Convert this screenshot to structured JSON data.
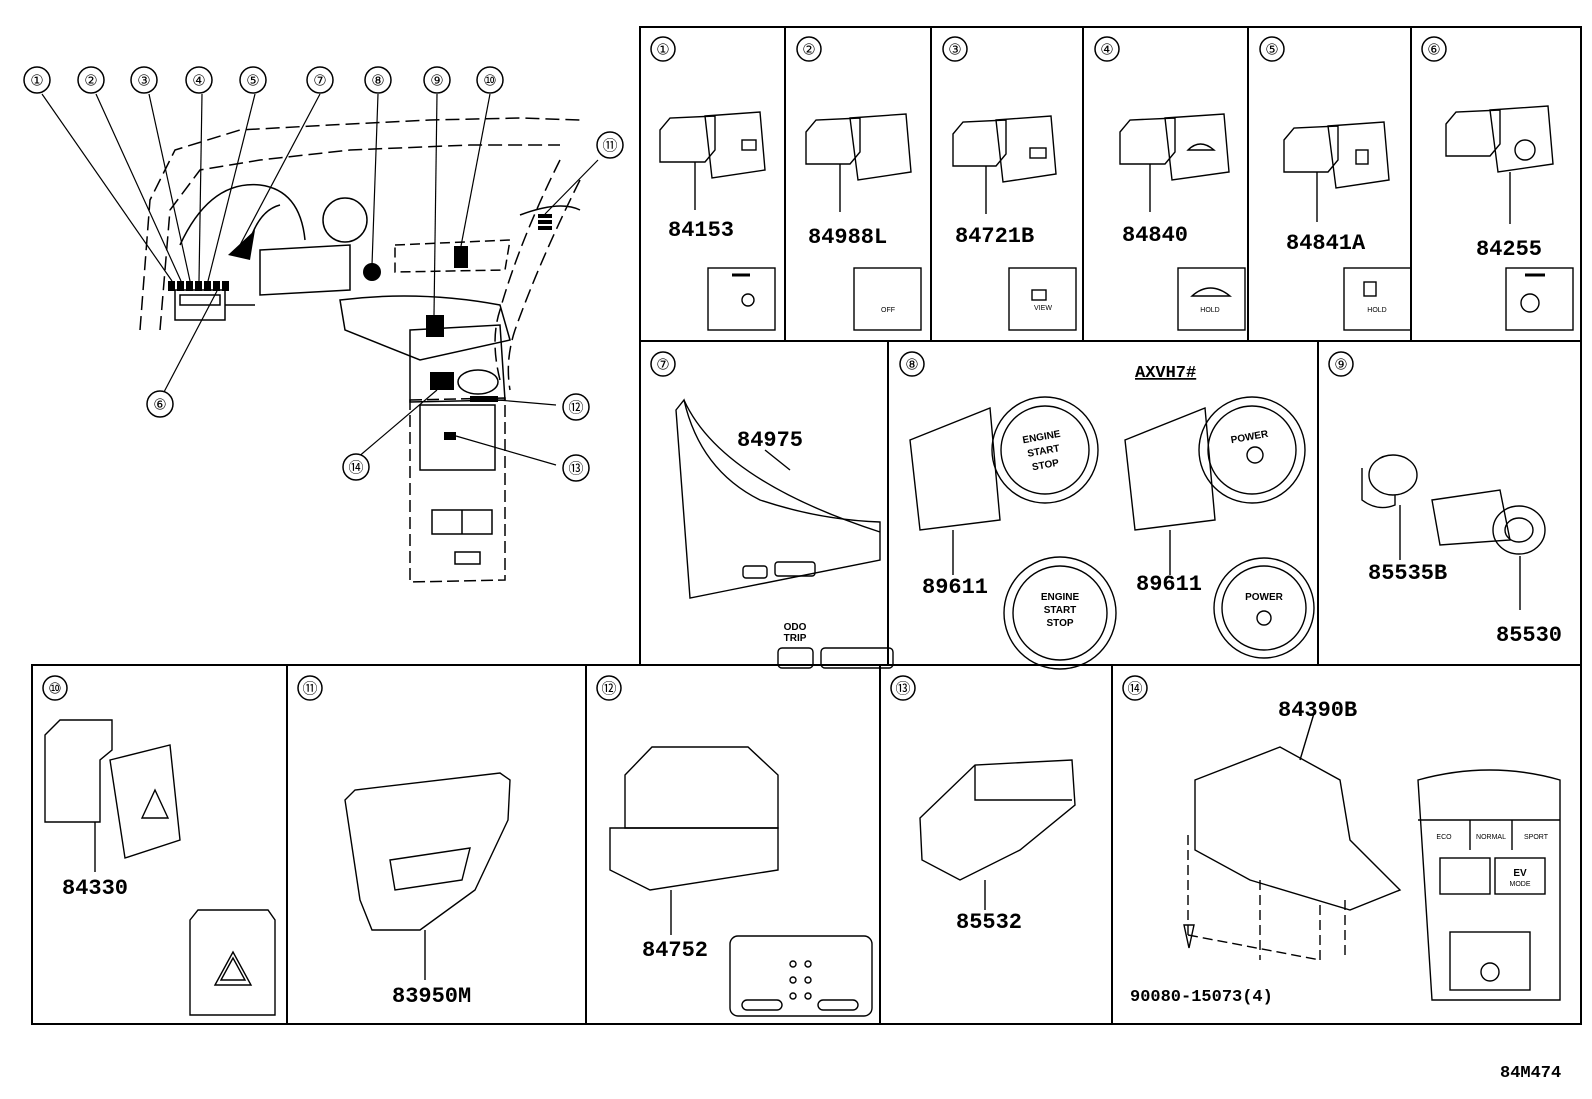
{
  "figure_code": "84M474",
  "location_callouts": [
    "①",
    "②",
    "③",
    "④",
    "⑤",
    "⑦",
    "⑧",
    "⑨",
    "⑩",
    "⑪",
    "⑥",
    "⑫",
    "⑬",
    "⑭"
  ],
  "panels": [
    {
      "id": "①",
      "parts": [
        "84153"
      ]
    },
    {
      "id": "②",
      "parts": [
        "84988L"
      ],
      "icon_text": "OFF"
    },
    {
      "id": "③",
      "parts": [
        "84721B"
      ],
      "icon_text": "VIEW"
    },
    {
      "id": "④",
      "parts": [
        "84840"
      ],
      "icon_text": "HOLD"
    },
    {
      "id": "⑤",
      "parts": [
        "84841A"
      ],
      "icon_text": "HOLD"
    },
    {
      "id": "⑥",
      "parts": [
        "84255"
      ]
    },
    {
      "id": "⑦",
      "parts": [
        "84975"
      ],
      "button_text": [
        "ODO",
        "TRIP"
      ]
    },
    {
      "id": "⑧",
      "parts": [
        "89611",
        "89611"
      ],
      "note": "AXVH7#",
      "button_text": [
        "ENGINE",
        "START",
        "STOP",
        "POWER"
      ]
    },
    {
      "id": "⑨",
      "parts": [
        "85535B",
        "85530"
      ]
    },
    {
      "id": "⑩",
      "parts": [
        "84330"
      ]
    },
    {
      "id": "⑪",
      "parts": [
        "83950M"
      ]
    },
    {
      "id": "⑫",
      "parts": [
        "84752"
      ]
    },
    {
      "id": "⑬",
      "parts": [
        "85532"
      ]
    },
    {
      "id": "⑭",
      "parts": [
        "84390B",
        "90080-15073(4)"
      ],
      "button_text": [
        "ECO",
        "NORMAL",
        "SPORT",
        "EV",
        "MODE"
      ]
    }
  ]
}
